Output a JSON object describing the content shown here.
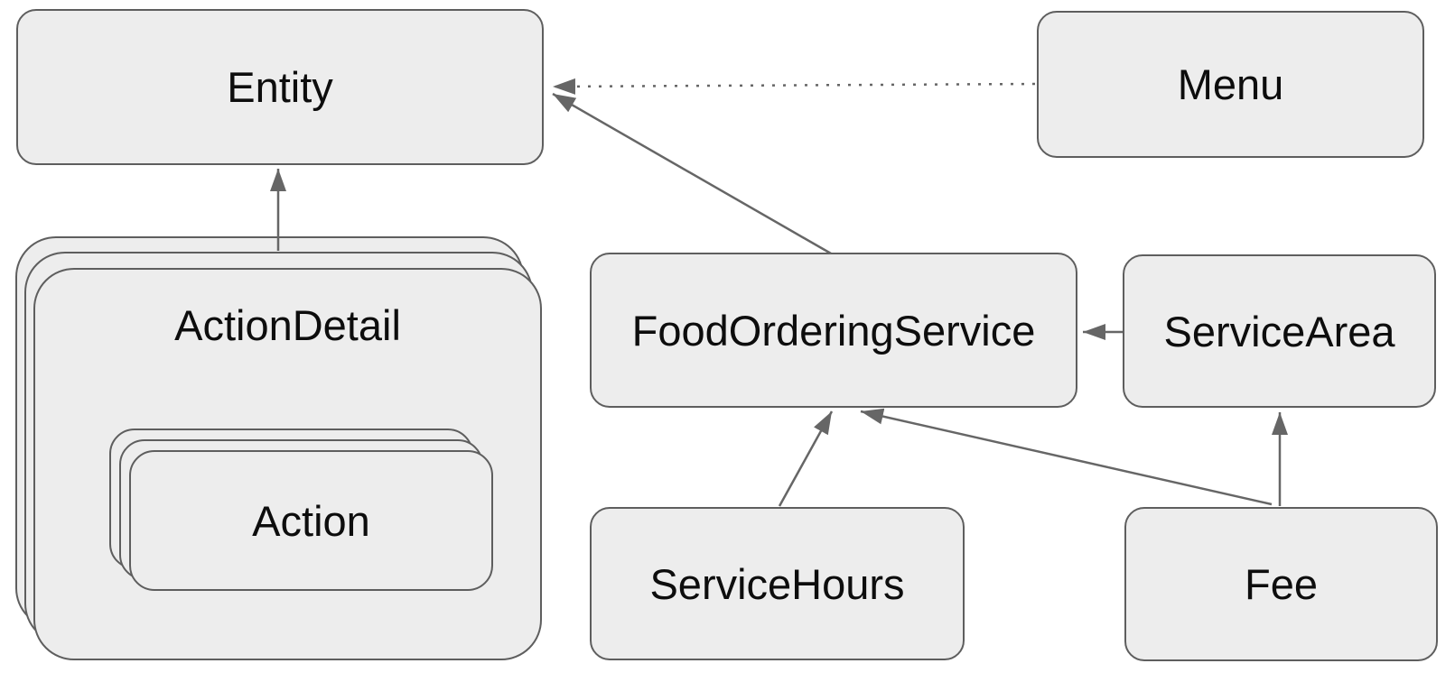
{
  "diagram": {
    "type": "entity-relationship-diagram",
    "background_color": "#ffffff",
    "node_fill_color": "#ededed",
    "node_border_color": "#5e5e5e",
    "arrow_color": "#666666",
    "text_color": "#0d0d0d",
    "nodes": {
      "entity": {
        "label": "Entity"
      },
      "menu": {
        "label": "Menu"
      },
      "action_detail": {
        "label": "ActionDetail",
        "stacked": true
      },
      "action": {
        "label": "Action",
        "stacked": true,
        "nested_in": "ActionDetail"
      },
      "food_ordering_service": {
        "label": "FoodOrderingService"
      },
      "service_area": {
        "label": "ServiceArea"
      },
      "service_hours": {
        "label": "ServiceHours"
      },
      "fee": {
        "label": "Fee"
      }
    },
    "edges": [
      {
        "from": "Menu",
        "to": "Entity",
        "line": "dotted",
        "arrowhead": "filled"
      },
      {
        "from": "FoodOrderingService",
        "to": "Entity",
        "line": "solid",
        "arrowhead": "filled"
      },
      {
        "from": "ActionDetail",
        "to": "Entity",
        "line": "solid",
        "arrowhead": "filled"
      },
      {
        "from": "ServiceArea",
        "to": "FoodOrderingService",
        "line": "solid",
        "arrowhead": "filled"
      },
      {
        "from": "ServiceHours",
        "to": "FoodOrderingService",
        "line": "solid",
        "arrowhead": "filled"
      },
      {
        "from": "Fee",
        "to": "FoodOrderingService",
        "line": "solid",
        "arrowhead": "filled"
      },
      {
        "from": "Fee",
        "to": "ServiceArea",
        "line": "solid",
        "arrowhead": "filled"
      }
    ]
  }
}
